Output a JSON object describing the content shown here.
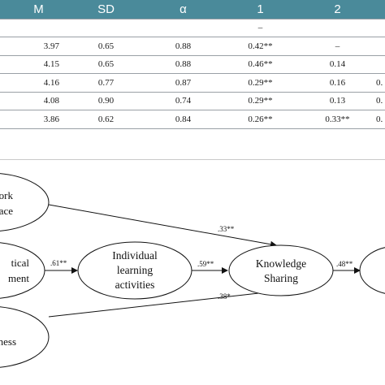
{
  "table": {
    "headers": [
      "M",
      "SD",
      "α",
      "1",
      "2"
    ],
    "rows": [
      {
        "m": "",
        "sd": "",
        "alpha": "",
        "c1": "–",
        "c2": "",
        "c3": ""
      },
      {
        "m": "3.97",
        "sd": "0.65",
        "alpha": "0.88",
        "c1": "0.42**",
        "c2": "–",
        "c3": ""
      },
      {
        "m": "4.15",
        "sd": "0.65",
        "alpha": "0.88",
        "c1": "0.46**",
        "c2": "0.14",
        "c3": ""
      },
      {
        "m": "4.16",
        "sd": "0.77",
        "alpha": "0.87",
        "c1": "0.29**",
        "c2": "0.16",
        "c3": "0."
      },
      {
        "m": "4.08",
        "sd": "0.90",
        "alpha": "0.74",
        "c1": "0.29**",
        "c2": "0.13",
        "c3": "0."
      },
      {
        "m": "3.86",
        "sd": "0.62",
        "alpha": "0.84",
        "c1": "0.26**",
        "c2": "0.33**",
        "c3": "0."
      }
    ]
  },
  "diagram": {
    "nodes": {
      "work_place": [
        "ork",
        "ace"
      ],
      "critical_climate": [
        "tical",
        "ment"
      ],
      "individual_learning": [
        "Individual",
        "learning",
        "activities"
      ],
      "knowledge_sharing": [
        "Knowledge",
        "Sharing"
      ],
      "bottom_left": [
        "ness"
      ]
    },
    "paths": {
      "top_to_ks": ".33**",
      "critical_to_individual": ".61**",
      "individual_to_ks": ".59**",
      "bottom_to_ks": ".38*",
      "ks_to_outcome": ".48**"
    }
  }
}
